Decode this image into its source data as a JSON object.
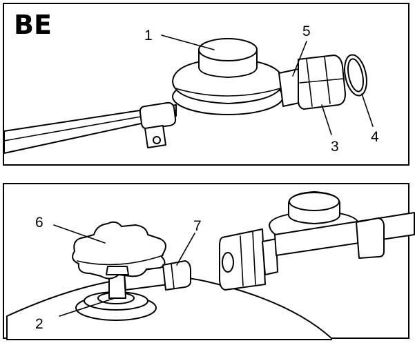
{
  "figure": {
    "title": "BE",
    "top_panel": {
      "callouts": [
        {
          "id": "callout-1",
          "label": "1"
        },
        {
          "id": "callout-5",
          "label": "5"
        },
        {
          "id": "callout-3",
          "label": "3"
        },
        {
          "id": "callout-4",
          "label": "4"
        }
      ]
    },
    "bottom_panel": {
      "callouts": [
        {
          "id": "callout-6",
          "label": "6"
        },
        {
          "id": "callout-7",
          "label": "7"
        },
        {
          "id": "callout-2",
          "label": "2"
        }
      ]
    }
  }
}
